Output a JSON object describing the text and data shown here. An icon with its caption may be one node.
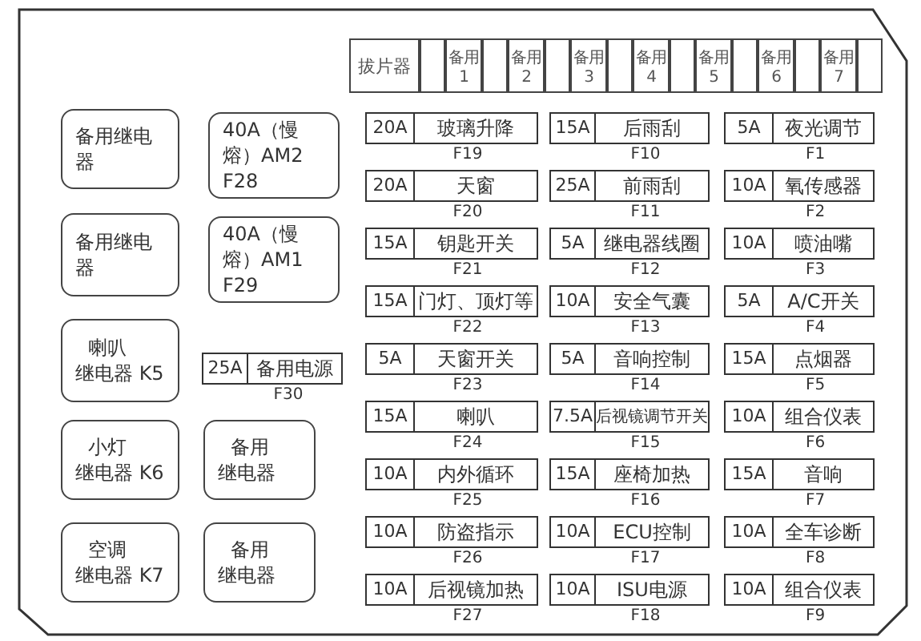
{
  "diagram": {
    "nodes": [
      {
        "text": [
          "拔片器"
        ]
      },
      {
        "text": [],
        "shape": "box"
      },
      {
        "text": [
          "备用 1"
        ]
      },
      {
        "text": [],
        "shape": "box"
      },
      {
        "text": [
          "备用 2"
        ]
      },
      {
        "text": [],
        "shape": "box"
      },
      {
        "text": [
          "备用 3"
        ]
      },
      {
        "text": [],
        "shape": "box"
      },
      {
        "text": [
          "备用 4"
        ]
      },
      {
        "text": [],
        "shape": "box"
      },
      {
        "text": [
          "备用 5"
        ]
      },
      {
        "text": [],
        "shape": "box"
      },
      {
        "text": [
          "备用 6"
        ]
      },
      {
        "text": [],
        "shape": "box"
      },
      {
        "text": [
          "备用 7"
        ]
      },
      {
        "text": [],
        "shape": "box"
      },
      {
        "text": [
          "备用继电器"
        ]
      },
      {
        "text": [
          "40A（慢熔）AM2 F28"
        ]
      },
      {
        "text": [
          "备用继电器"
        ]
      },
      {
        "text": [
          "40A（慢熔）AM1 F29"
        ]
      },
      {
        "text": [
          "喇叭",
          "继电器 K5"
        ]
      },
      {
        "text": [
          "25A",
          "备用电源"
        ],
        "beside": [
          "F30"
        ]
      },
      {
        "text": [
          "小灯",
          "继电器 K6"
        ]
      },
      {
        "text": [
          "备用",
          "继电器"
        ]
      },
      {
        "text": [
          "空调",
          "继电器 K7"
        ]
      },
      {
        "text": [
          "备用",
          "继电器"
        ]
      },
      {
        "text": [
          "20A",
          "玻璃升降"
        ],
        "beside": [
          "F19"
        ]
      },
      {
        "text": [
          "15A",
          "后雨刮"
        ],
        "beside": [
          "F10"
        ]
      },
      {
        "text": [
          "5A",
          "夜光调节"
        ],
        "beside": [
          "F1"
        ]
      },
      {
        "text": [
          "20A",
          "天窗"
        ],
        "beside": [
          "F20"
        ]
      },
      {
        "text": [
          "25A",
          "前雨刮"
        ],
        "beside": [
          "F11"
        ]
      },
      {
        "text": [
          "10A",
          "氧传感器"
        ],
        "beside": [
          "F2"
        ]
      },
      {
        "text": [
          "15A",
          "钥匙开关"
        ],
        "beside": [
          "F21"
        ]
      },
      {
        "text": [
          "5A",
          "继电器线圈"
        ],
        "beside": [
          "F12"
        ]
      },
      {
        "text": [
          "10A",
          "喷油嘴"
        ],
        "beside": [
          "F3"
        ]
      },
      {
        "text": [
          "15A",
          "门灯、顶灯等"
        ],
        "beside": [
          "F22"
        ]
      },
      {
        "text": [
          "10A",
          "安全气囊"
        ],
        "beside": [
          "F13"
        ]
      },
      {
        "text": [
          "5A",
          "A/C开关"
        ],
        "beside": [
          "F4"
        ]
      },
      {
        "text": [
          "5A",
          "天窗开关"
        ],
        "beside": [
          "F23"
        ]
      },
      {
        "text": [
          "5A",
          "音响控制"
        ],
        "beside": [
          "F14"
        ]
      },
      {
        "text": [
          "15A",
          "点烟器"
        ],
        "beside": [
          "F5"
        ]
      },
      {
        "text": [
          "15A",
          "喇叭"
        ],
        "beside": [
          "F24"
        ]
      },
      {
        "text": [
          "7.5A",
          "后视镜调节开关"
        ],
        "beside": [
          "F15"
        ]
      },
      {
        "text": [
          "10A",
          "组合仪表"
        ],
        "beside": [
          "F6"
        ]
      },
      {
        "text": [
          "10A",
          "内外循环"
        ],
        "beside": [
          "F25"
        ]
      },
      {
        "text": [
          "15A",
          "座椅加热"
        ],
        "beside": [
          "F16"
        ]
      },
      {
        "text": [
          "15A",
          "音响"
        ],
        "beside": [
          "F7"
        ]
      },
      {
        "text": [
          "10A",
          "防盗指示"
        ],
        "beside": [
          "F26"
        ]
      },
      {
        "text": [
          "10A",
          "ECU控制"
        ],
        "beside": [
          "F17"
        ]
      },
      {
        "text": [
          "10A",
          "全车诊断"
        ],
        "beside": [
          "F8"
        ]
      },
      {
        "text": [
          "10A",
          "后视镜加热"
        ],
        "beside": [
          "F27"
        ]
      },
      {
        "text": [
          "10A",
          "ISU电源"
        ],
        "beside": [
          "F18"
        ]
      },
      {
        "text": [
          "10A",
          "组合仪表"
        ],
        "beside": [
          "F9"
        ]
      }
    ]
  }
}
